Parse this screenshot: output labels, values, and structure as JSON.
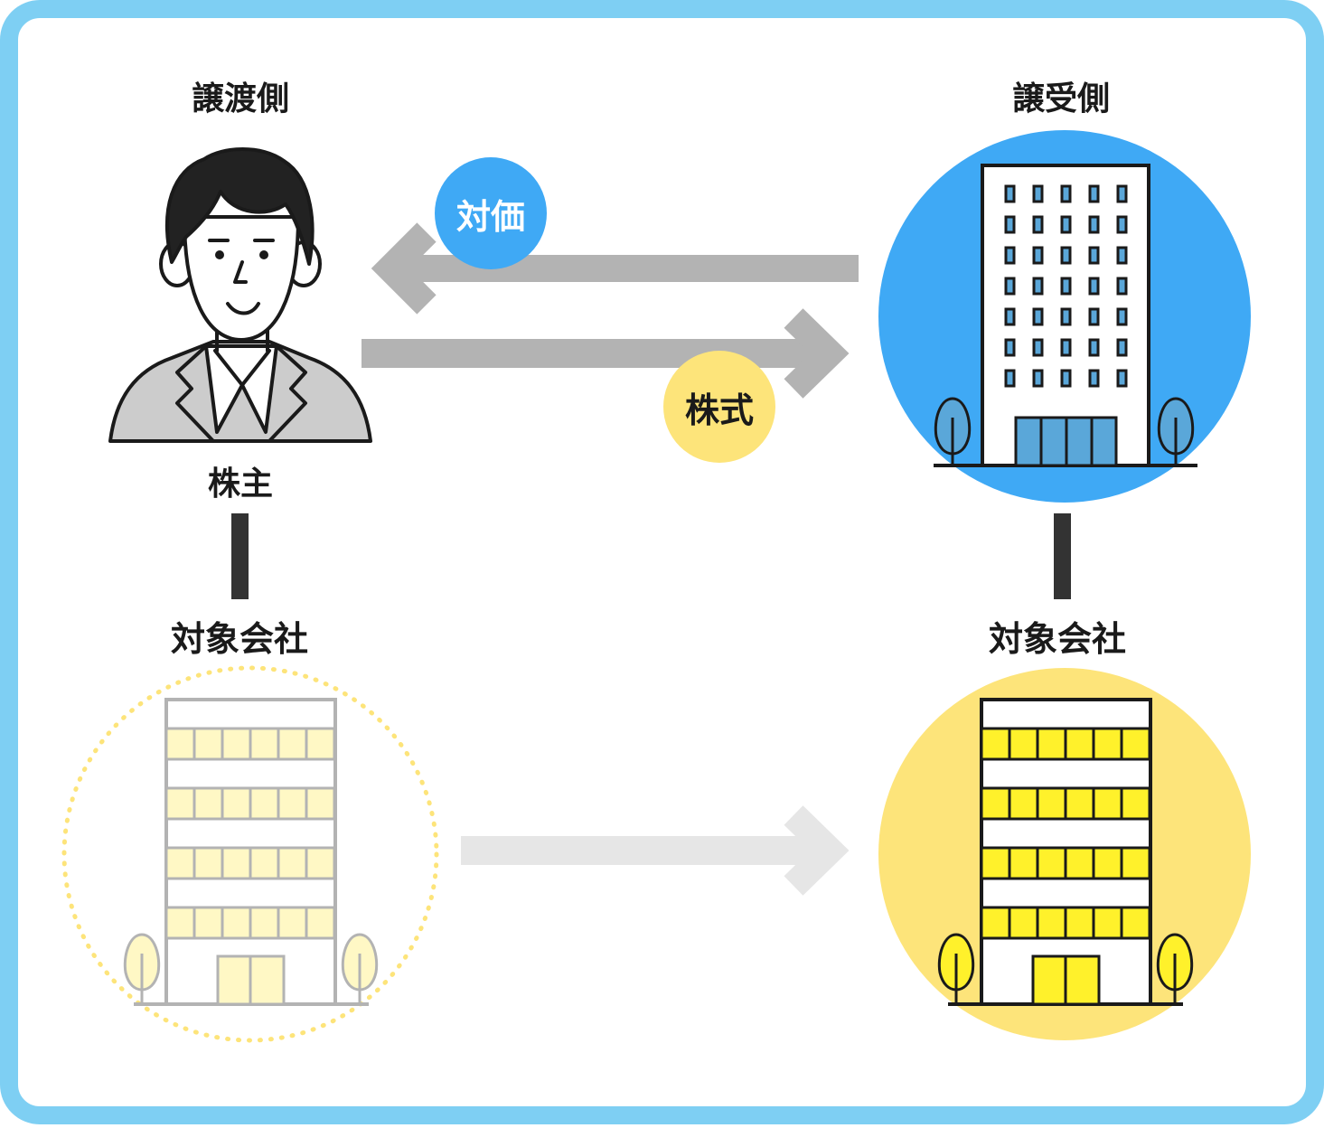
{
  "colors": {
    "frame": "#7ecff3",
    "acquirer_circle": "#3fa9f5",
    "target_circle": "#fde47a",
    "price_badge": "#3fa9f5",
    "shares_badge": "#fde47a",
    "arrow_active": "#b3b3b3",
    "arrow_faded": "#e6e6e6",
    "connector": "#333333",
    "faded_window": "#fff8c5",
    "active_window": "#fff12b",
    "building_blue": "#5aa7d9"
  },
  "labels": {
    "transferor_side": "譲渡側",
    "acquirer_side": "譲受側",
    "shareholder": "株主",
    "target_company_left": "対象会社",
    "target_company_right": "対象会社"
  },
  "badges": {
    "price": "対価",
    "shares": "株式"
  },
  "icons": {
    "shareholder": "person-in-suit-icon",
    "acquirer": "office-building-icon",
    "target_before": "target-building-faded-icon",
    "target_after": "target-building-icon"
  }
}
